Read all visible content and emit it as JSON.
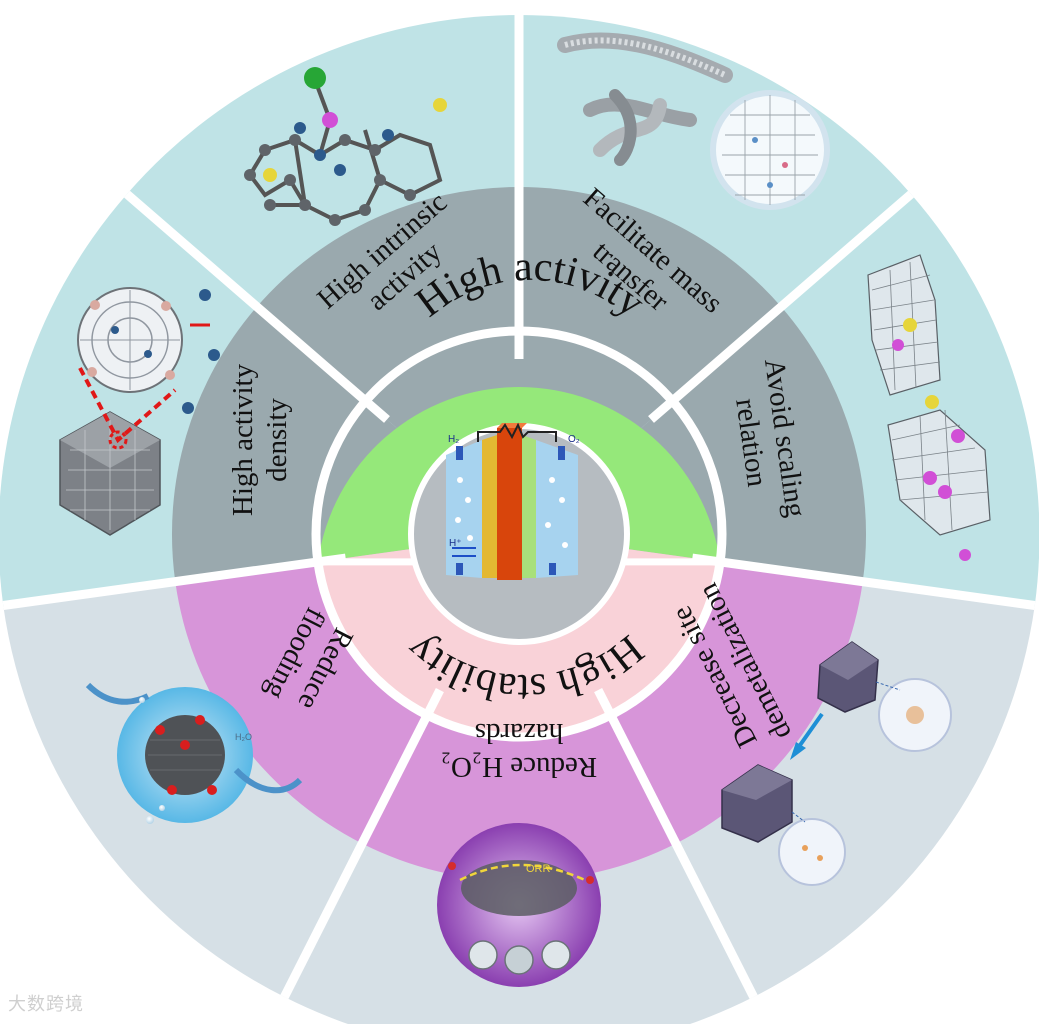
{
  "center": {
    "label_h2": "H₂",
    "label_o2": "O₂",
    "label_hplus": "H⁺"
  },
  "inner_ring": {
    "top": "High activity",
    "bottom": "High stability"
  },
  "middle_ring": {
    "high_activity_density": "High activity density",
    "high_intrinsic_activity": "High intrinsic activity",
    "facilitate_mass_transfer": "Facilitate mass transfer",
    "avoid_scaling_relation": "Avoid scaling relation",
    "decrease_site_demetalization": "Decrease site demetalization",
    "reduce_h2o2_hazards": "Reduce H₂O₂ hazards",
    "reduce_flooding": "Reduce flooding"
  },
  "figure_labels": {
    "orr": "ORR",
    "h2o": "H₂O"
  },
  "watermark": "大数跨境",
  "colors": {
    "activity_outer": "#bfe3e6",
    "stability_outer": "#d6e0e6",
    "activity_middle": "#9aa9ae",
    "stability_middle": "#d795d9",
    "activity_inner": "#95e87a",
    "stability_inner": "#f9d2d8",
    "core": "#b6bcc1"
  }
}
